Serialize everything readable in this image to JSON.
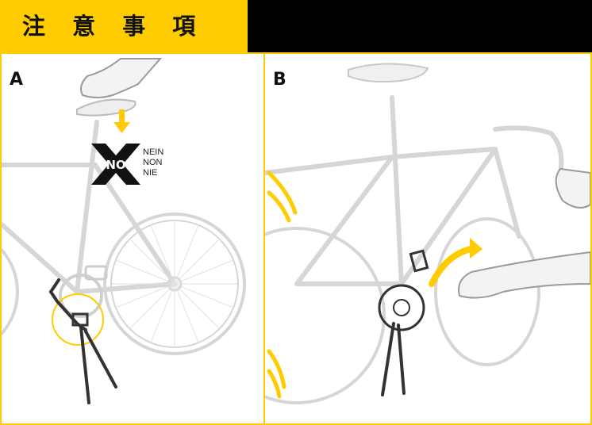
{
  "header": {
    "title": "注 意 事 項",
    "colors": {
      "accent": "#FFCC00",
      "dark": "#000000"
    }
  },
  "panel_a": {
    "label": "A",
    "warning_badge": "NO",
    "warning_words": [
      "NEIN",
      "NON",
      "NIE"
    ]
  },
  "panel_b": {
    "label": "B"
  },
  "icons": [
    "down-arrow-icon",
    "no-cross-icon",
    "curved-arrow-icon",
    "motion-lines-icon",
    "hand-icon"
  ]
}
